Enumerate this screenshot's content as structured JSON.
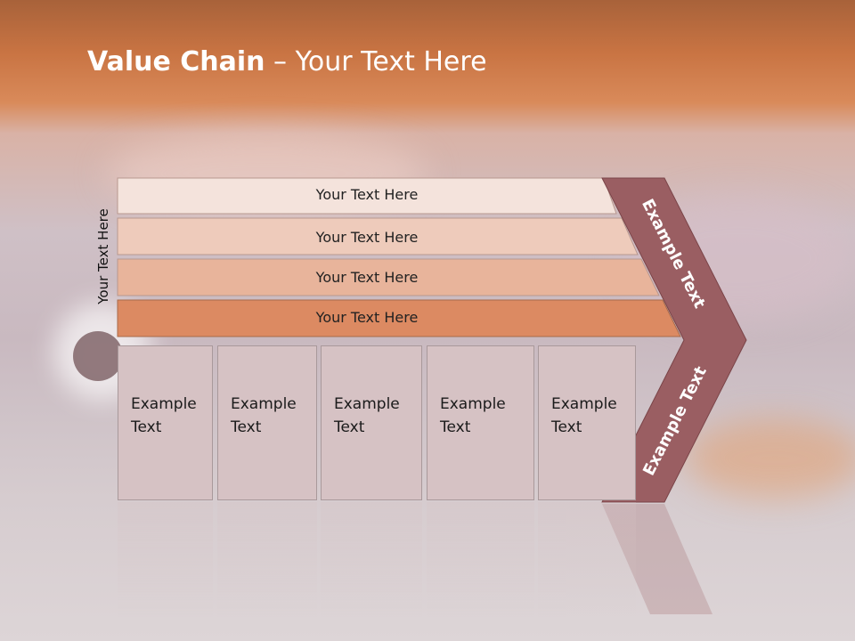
{
  "slide": {
    "title_bold": "Value Chain",
    "title_rest": " – Your Text Here",
    "side_label": "Your Text Here"
  },
  "rows": [
    {
      "label": "Your Text Here",
      "color": "#f4e3dc"
    },
    {
      "label": "Your Text Here",
      "color": "#eecbbb"
    },
    {
      "label": "Your Text Here",
      "color": "#e8b49b"
    },
    {
      "label": "Your Text Here",
      "color": "#dc8a62"
    }
  ],
  "boxes": [
    {
      "line1": "Example",
      "line2": "Text"
    },
    {
      "line1": "Example",
      "line2": "Text"
    },
    {
      "line1": "Example",
      "line2": "Text"
    },
    {
      "line1": "Example",
      "line2": "Text"
    },
    {
      "line1": "Example",
      "line2": "Text"
    }
  ],
  "chevron": {
    "upper_text": "Example Text",
    "lower_text": "Example Text",
    "color": "#9a5e62"
  }
}
